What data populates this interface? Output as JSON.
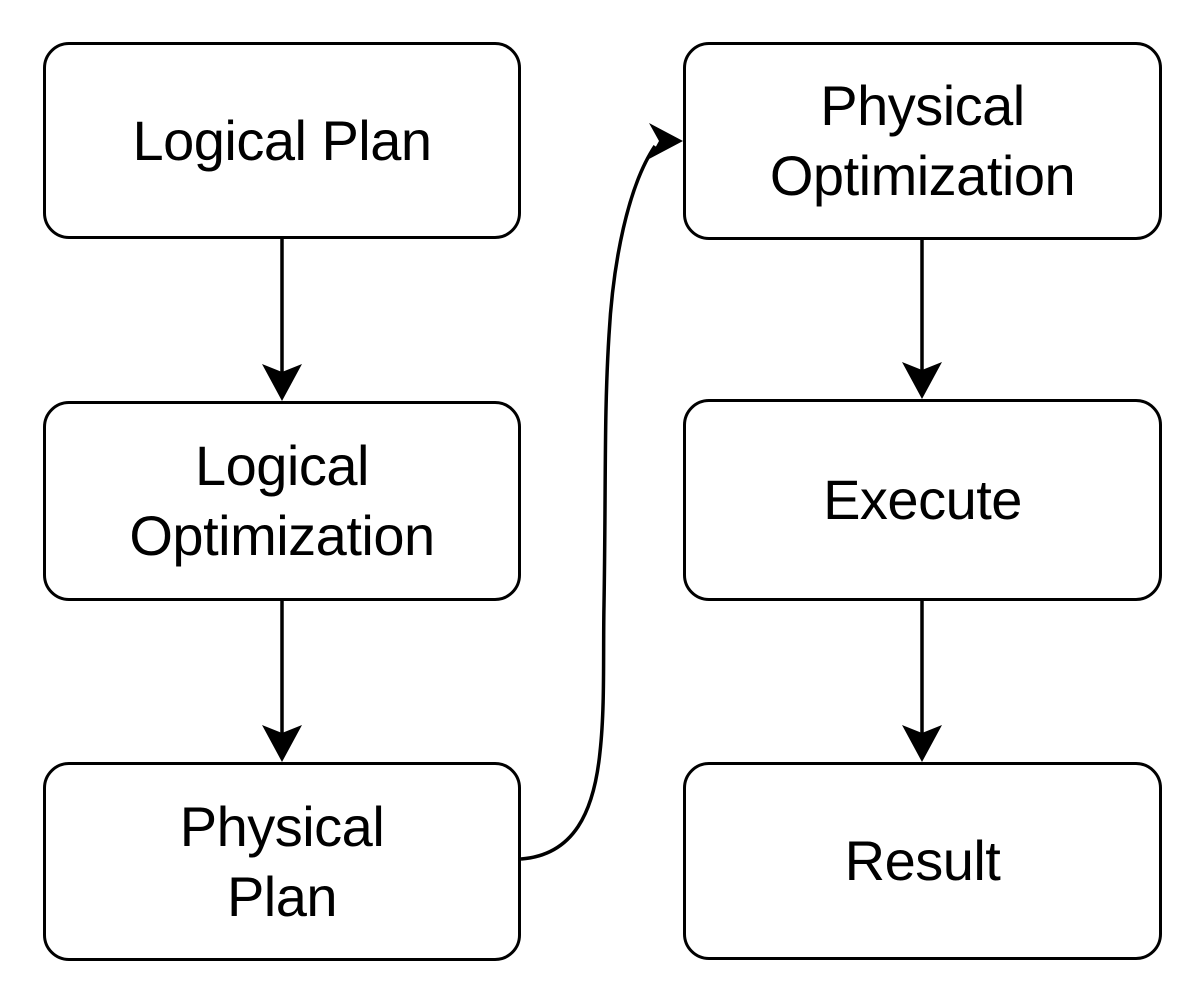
{
  "diagram": {
    "type": "flowchart",
    "background_color": "#ffffff",
    "node_fill_color": "#ffffff",
    "node_border_color": "#000000",
    "text_color": "#000000",
    "arrow_color": "#000000",
    "nodes": [
      {
        "id": "logical-plan",
        "label": "Logical Plan"
      },
      {
        "id": "logical-optimization",
        "label": "Logical\nOptimization"
      },
      {
        "id": "physical-plan",
        "label": "Physical\nPlan"
      },
      {
        "id": "physical-optimization",
        "label": "Physical\nOptimization"
      },
      {
        "id": "execute",
        "label": "Execute"
      },
      {
        "id": "result",
        "label": "Result"
      }
    ],
    "edges": [
      {
        "from": "logical-plan",
        "to": "logical-optimization",
        "shape": "straight-down"
      },
      {
        "from": "logical-optimization",
        "to": "physical-plan",
        "shape": "straight-down"
      },
      {
        "from": "physical-plan",
        "to": "physical-optimization",
        "shape": "curved-up-right"
      },
      {
        "from": "physical-optimization",
        "to": "execute",
        "shape": "straight-down"
      },
      {
        "from": "execute",
        "to": "result",
        "shape": "straight-down"
      }
    ]
  }
}
